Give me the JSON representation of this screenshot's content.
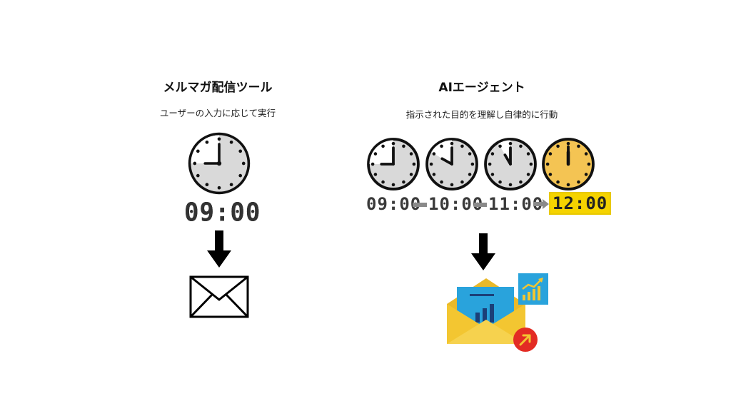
{
  "left": {
    "title": "メルマガ配信ツール",
    "subtitle": "ユーザーの入力に応じて実行",
    "time": "09:00",
    "icons": [
      "clock-icon",
      "down-arrow-icon",
      "envelope-icon"
    ]
  },
  "right": {
    "title": "AIエージェント",
    "subtitle": "指示された目的を理解し自律的に行動",
    "times": [
      "09:00",
      "10:00",
      "11:00",
      "12:00"
    ],
    "icons": [
      "clock-icon",
      "down-arrow-icon",
      "open-envelope-chart-icon",
      "growth-chart-icon",
      "trend-up-icon"
    ]
  },
  "colors": {
    "clock_face": "#d9d9d9",
    "clock_highlight": "#f4c453",
    "digital_highlight": "#f5d300",
    "envelope_yellow": "#f3c631",
    "doc_blue": "#29a3dc",
    "badge_red": "#e32c24"
  }
}
